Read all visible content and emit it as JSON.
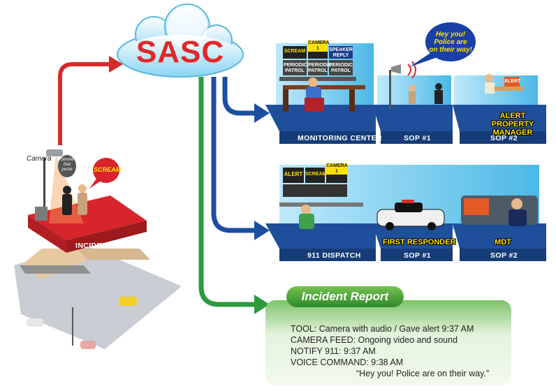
{
  "hub": {
    "label": "SASC"
  },
  "incident": {
    "camera_label": "Camera",
    "platform_label": "INCIDENT",
    "speech_thief": "Gimme that purse",
    "speech_victim": "SCREAM"
  },
  "row1": {
    "monitoring_center_label": "MONITORING CENTER",
    "sop1_label": "SOP  #1",
    "sop2_label": "SOP  #2",
    "sop2_caption": "ALERT PROPERTY MANAGER",
    "loudspeaker_bubble": "Hey you! Police are on their way!",
    "monitors": [
      "SCREAM",
      "CAMERA 1",
      "SPEAKER REPLY",
      "PERIODIC PATROL",
      "PERIODIC PATROL",
      "PERIODIC PATROL"
    ],
    "desk_sign": "ALERT"
  },
  "row2": {
    "dispatch_label": "911 DISPATCH",
    "sop1_label": "SOP  #1",
    "sop1_caption": "FIRST RESPONDER",
    "sop2_label": "SOP  #2",
    "sop2_caption": "MDT",
    "monitors": [
      "ALERT",
      "SCREAM",
      "CAMERA 1"
    ]
  },
  "report": {
    "title": "Incident Report",
    "lines": [
      "TOOL: Camera with audio / Gave alert 9:37 AM",
      "CAMERA FEED: Ongoing video and sound",
      "NOTIFY 911: 9:37 AM",
      "VOICE COMMAND: 9:38 AM",
      "“Hey you! Police are on their way.”"
    ]
  },
  "colors": {
    "red_arrow": "#d62a2a",
    "blue_arrow": "#1d4fa0",
    "green_arrow": "#2c9a3e",
    "platform_blue": "#1f4f9a",
    "panel_blue": "#7fd0f0",
    "incident_red": "#d8242b"
  }
}
